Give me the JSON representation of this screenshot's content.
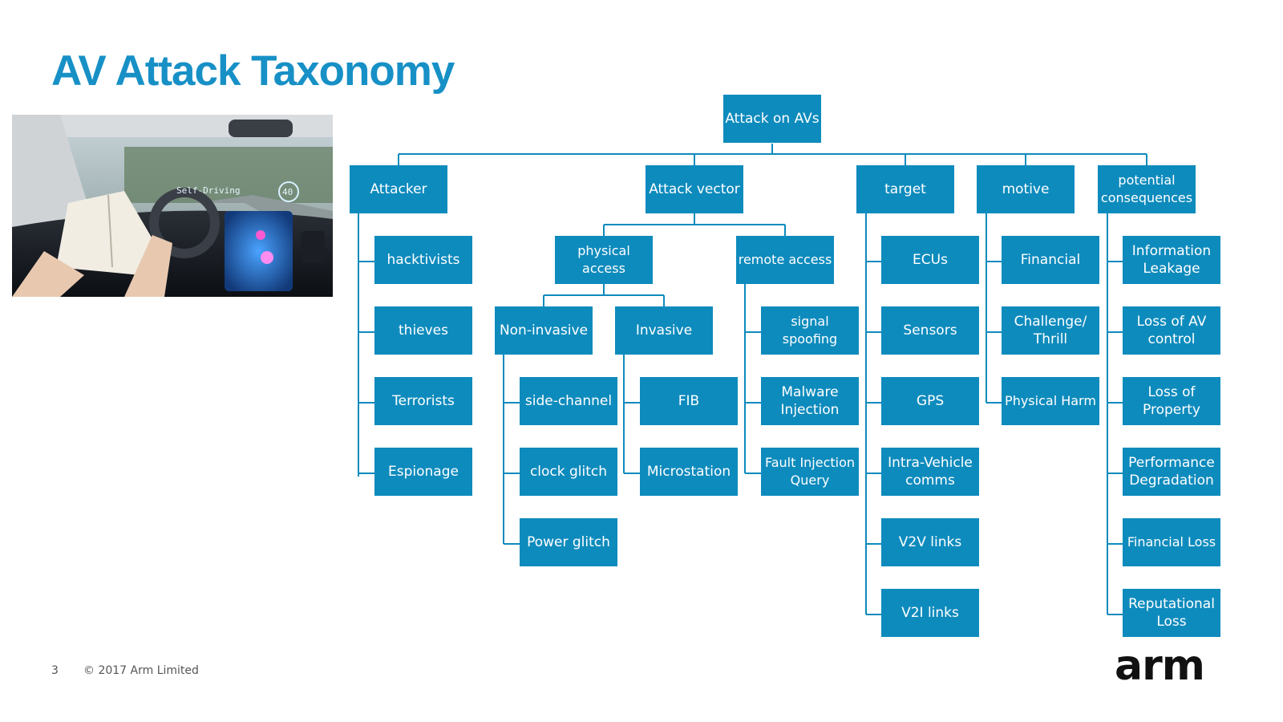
{
  "title": "AV Attack Taxonomy",
  "photo": {
    "hud_text": "Self-Driving",
    "hud_speed": "40"
  },
  "nodes": {
    "root": "Attack on AVs",
    "attacker": "Attacker",
    "attack_vector": "Attack vector",
    "target": "target",
    "motive": "motive",
    "consequences": "potential\nconsequences",
    "hacktivists": "hacktivists",
    "thieves": "thieves",
    "terrorists": "Terrorists",
    "espionage": "Espionage",
    "physical_access": "physical access",
    "remote_access": "remote access",
    "non_invasive": "Non-invasive",
    "invasive": "Invasive",
    "side_channel": "side-channel",
    "clock_glitch": "clock glitch",
    "power_glitch": "Power glitch",
    "fib": "FIB",
    "microstation": "Microstation",
    "signal_spoofing": "signal spoofing",
    "malware_injection": "Malware\nInjection",
    "fault_injection_query": "Fault Injection\nQuery",
    "ecus": "ECUs",
    "sensors": "Sensors",
    "gps": "GPS",
    "intra_vehicle": "Intra-Vehicle\ncomms",
    "v2v": "V2V links",
    "v2i": "V2I links",
    "financial": "Financial",
    "challenge_thrill": "Challenge/\nThrill",
    "physical_harm": "Physical Harm",
    "information_leakage": "Information\nLeakage",
    "loss_av_control": "Loss of AV\ncontrol",
    "loss_property": "Loss of\nProperty",
    "performance_degradation": "Performance\nDegradation",
    "financial_loss": "Financial Loss",
    "reputational_loss": "Reputational\nLoss"
  },
  "footer": {
    "page_number": "3",
    "copyright": "© 2017 Arm Limited",
    "logo": "arm"
  },
  "colors": {
    "title": "#1790c6",
    "node": "#0e8bbd",
    "connector": "#0e8bbd"
  }
}
